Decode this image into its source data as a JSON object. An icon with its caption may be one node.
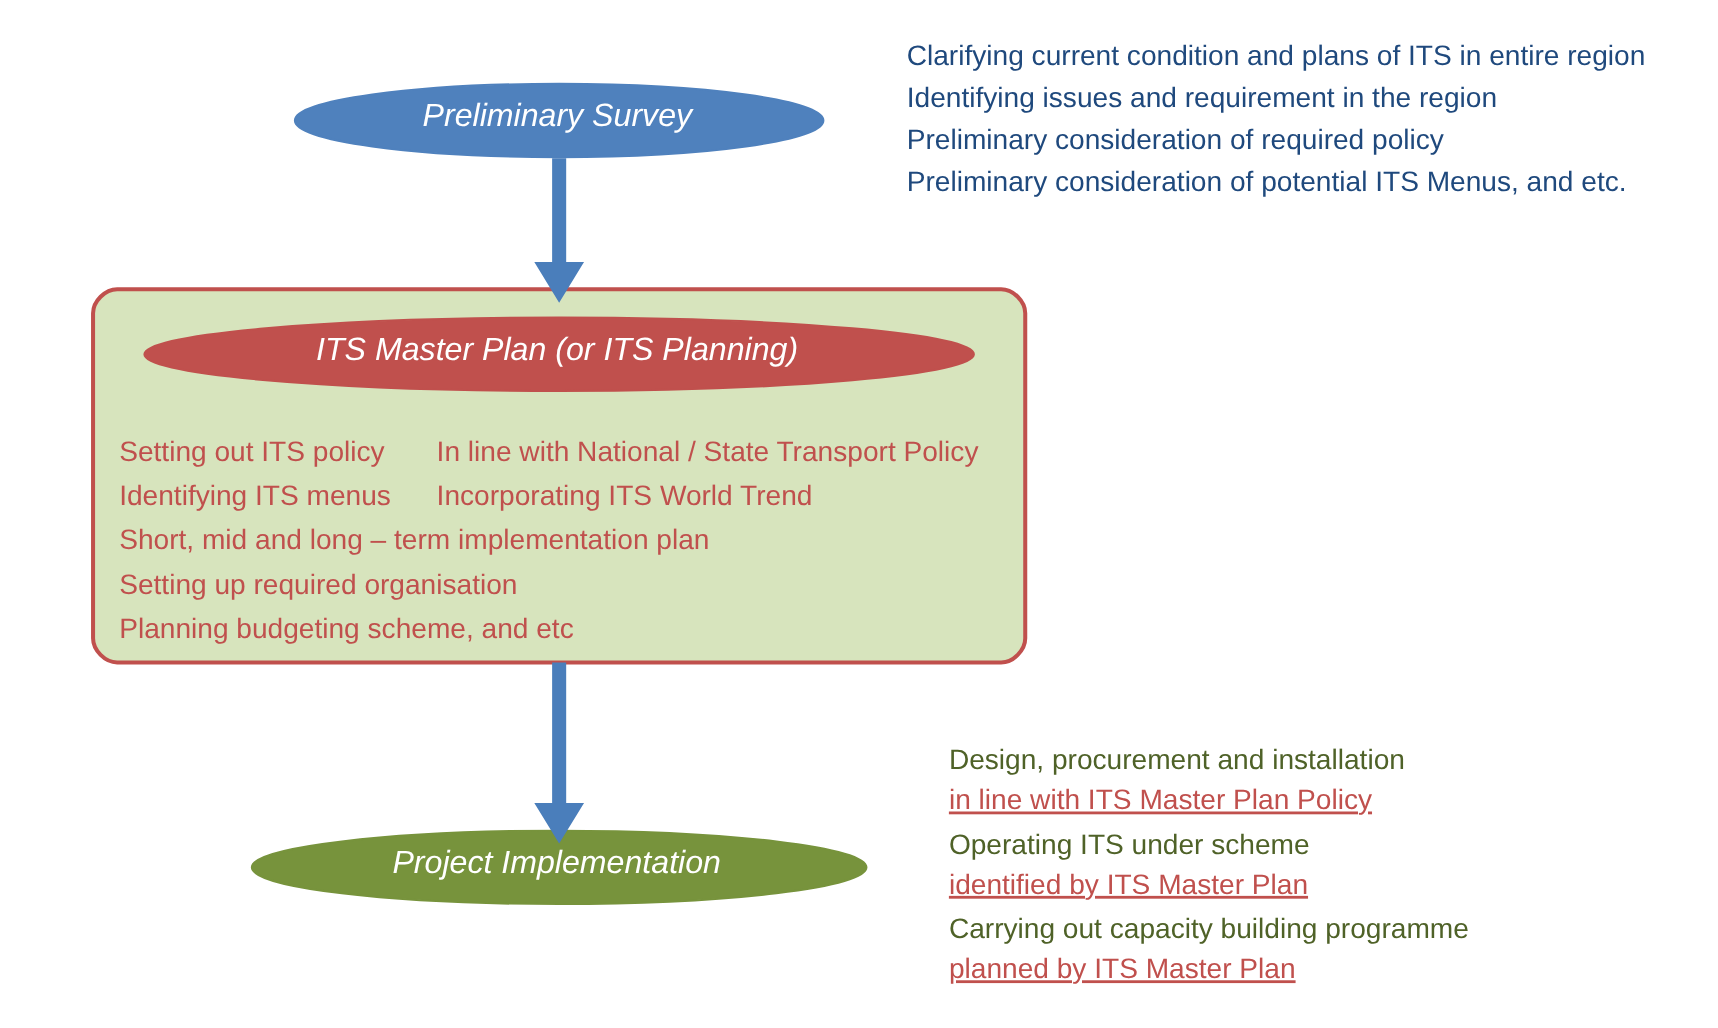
{
  "diagram": {
    "nodes": [
      {
        "text": [
          "Preliminary Survey"
        ],
        "beside": [
          "Clarifying current condition and plans of ITS in entire region",
          "Identifying issues and requirement in the region",
          "Preliminary consideration of required policy",
          "Preliminary consideration of potential ITS Menus, and etc."
        ]
      },
      {
        "text": [
          "Setting out ITS policy",
          "In line with National / State Transport Policy",
          "Identifying ITS menus",
          "Incorporating ITS World Trend",
          "Short, mid and long – term implementation plan",
          "Setting up required organisation",
          "Planning budgeting scheme, and etc"
        ]
      },
      {
        "text": [
          "ITS Master Plan (or ITS Planning)"
        ],
        "in": 1
      },
      {
        "text": [
          "Project Implementation"
        ],
        "beside": [
          "Design, procurement and installation",
          "in line with ITS Master Plan Policy",
          "Operating ITS under scheme",
          "identified by ITS Master Plan",
          "Carrying out capacity building programme",
          "planned by ITS Master Plan"
        ]
      }
    ],
    "edges": [
      {
        "from": 0,
        "to": 1,
        "arrow": "to"
      },
      {
        "from": 1,
        "to": 3,
        "arrow": "to"
      }
    ]
  }
}
